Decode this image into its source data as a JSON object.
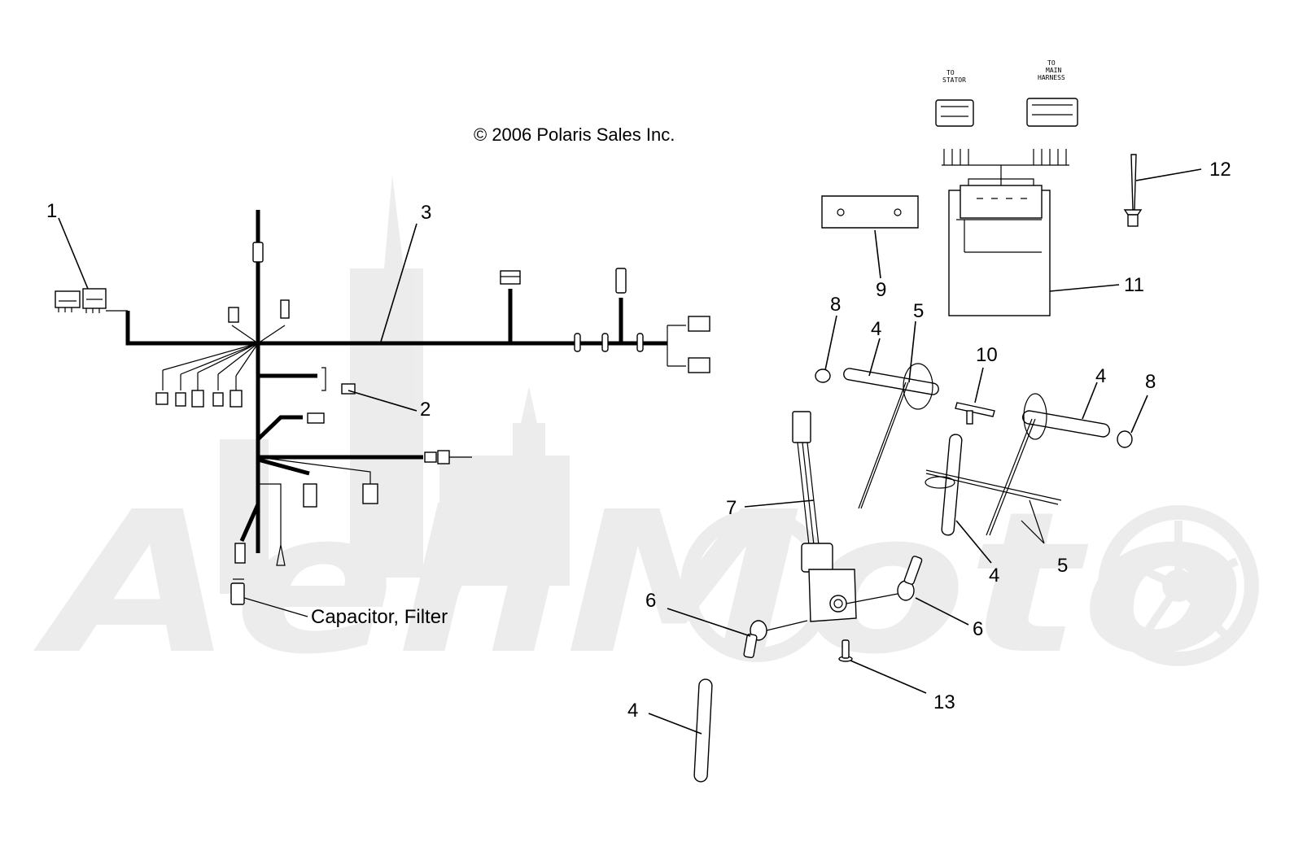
{
  "copyright": "© 2006 Polaris Sales Inc.",
  "watermark_text": "AehMoto",
  "connector_notes": {
    "to_stator": "TO\nSTATOR",
    "to_main_harness": "TO\nMAIN\nHARNESS"
  },
  "callouts": [
    {
      "id": "1",
      "label": "1"
    },
    {
      "id": "2",
      "label": "2"
    },
    {
      "id": "3",
      "label": "3"
    },
    {
      "id": "4a",
      "label": "4"
    },
    {
      "id": "4b",
      "label": "4"
    },
    {
      "id": "4c",
      "label": "4"
    },
    {
      "id": "4d",
      "label": "4"
    },
    {
      "id": "5a",
      "label": "5"
    },
    {
      "id": "5b",
      "label": "5"
    },
    {
      "id": "6a",
      "label": "6"
    },
    {
      "id": "6b",
      "label": "6"
    },
    {
      "id": "7",
      "label": "7"
    },
    {
      "id": "8a",
      "label": "8"
    },
    {
      "id": "8b",
      "label": "8"
    },
    {
      "id": "9",
      "label": "9"
    },
    {
      "id": "10",
      "label": "10"
    },
    {
      "id": "11",
      "label": "11"
    },
    {
      "id": "12",
      "label": "12"
    },
    {
      "id": "13",
      "label": "13"
    }
  ],
  "capacitor_label": "Capacitor, Filter"
}
